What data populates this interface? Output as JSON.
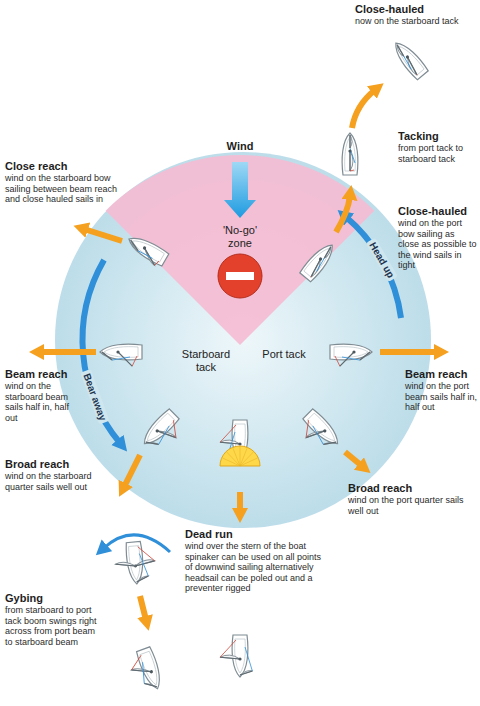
{
  "diagram": {
    "nodes": [
      {
        "text": [
          "Starboard tack",
          "Port tack"
        ]
      },
      {
        "text": [
          "'No-go' zone"
        ]
      }
    ],
    "labels": [
      "Close-hauled",
      "now on the starboard tack",
      "Tacking",
      "from port tack to starboard tack",
      "Close-hauled",
      "wind on the port bow sailing as close as possible to the wind sails in tight",
      "Head up",
      "Wind",
      "Close reach",
      "wind on the starboard bow sailing between beam reach and close hauled sails in",
      "Beam reach",
      "wind on the starboard beam sails half in, half out",
      "Bear away",
      "Beam reach",
      "wind on the port beam sails half in, half out",
      "Broad reach",
      "wind on the starboard quarter sails well out",
      "Broad reach",
      "wind on the port quarter sails well out",
      "Dead run",
      "wind over the stern of the boat spinaker can be used on all points of downwind sailing alternatively headsail can be poled out and a preventer rigged",
      "Gybing",
      "from starboard to port tack boom swings right across from port beam to starboard beam"
    ]
  }
}
